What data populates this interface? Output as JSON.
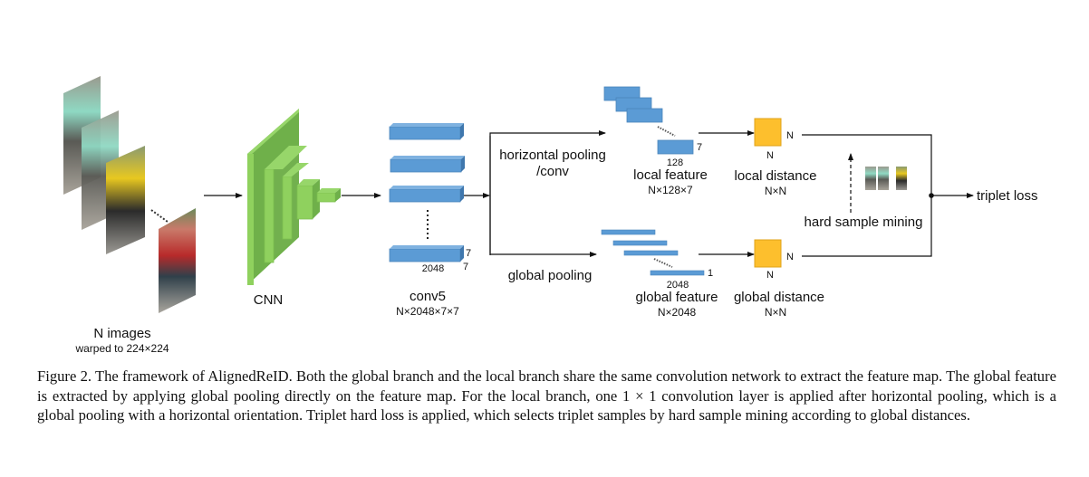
{
  "figure": {
    "input": {
      "title": "N images",
      "subtitle": "warped to 224×224"
    },
    "cnn": {
      "label": "CNN"
    },
    "conv5": {
      "label": "conv5",
      "shape": "N×2048×7×7",
      "dim_width": "2048",
      "dim_height": "7",
      "dim_depth": "7"
    },
    "local_branch": {
      "op_label_line1": "horizontal pooling",
      "op_label_line2": "/conv",
      "feature_label": "local feature",
      "feature_shape": "N×128×7",
      "dim_width": "128",
      "dim_height": "7",
      "distance_label": "local distance",
      "distance_shape": "N×N",
      "matrix_right": "N",
      "matrix_bottom": "N"
    },
    "global_branch": {
      "op_label": "global pooling",
      "feature_label": "global feature",
      "feature_shape": "N×2048",
      "dim_width": "2048",
      "dim_height": "1",
      "distance_label": "global distance",
      "distance_shape": "N×N",
      "matrix_right": "N",
      "matrix_bottom": "N"
    },
    "mining": {
      "label": "hard sample mining"
    },
    "output": {
      "label": "triplet loss"
    },
    "colors": {
      "cnn_green": "#8fd15e",
      "feature_blue": "#5b9bd5",
      "distance_orange": "#fdbf2d"
    }
  },
  "caption": {
    "text": "Figure 2. The framework of AlignedReID. Both the global branch and the local branch share the same convolution network to extract the feature map. The global feature is extracted by applying global pooling directly on the feature map. For the local branch, one 1 × 1 convolution layer is applied after horizontal pooling, which is a global pooling with a horizontal orientation. Triplet hard loss is applied, which selects triplet samples by hard sample mining according to global distances."
  }
}
